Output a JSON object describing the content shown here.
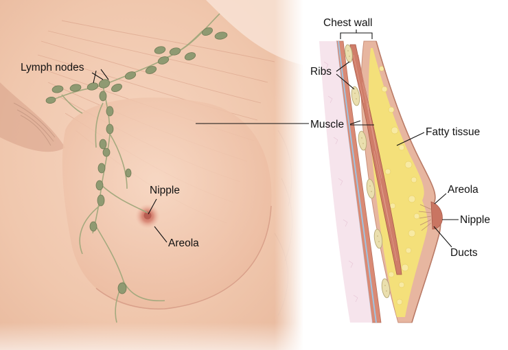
{
  "labels": {
    "lymph_nodes": "Lymph nodes",
    "nipple_front": "Nipple",
    "areola_front": "Areola",
    "chest_wall": "Chest wall",
    "ribs": "Ribs",
    "muscle": "Muscle",
    "fatty_tissue": "Fatty tissue",
    "areola_side": "Areola",
    "nipple_side": "Nipple",
    "ducts": "Ducts"
  },
  "colors": {
    "skin": "#f3cbb2",
    "skin_shadow": "#e2a98c",
    "muscle_fiber": "#d99a80",
    "lymph_node": "#8f9a72",
    "lymph_vessel": "#a6ab80",
    "areola": "#d98a78",
    "fat": "#f4e07a",
    "rib_muscle": "#d8826e",
    "rib": "#eadfae",
    "bone_edge": "#9fc3e0"
  }
}
